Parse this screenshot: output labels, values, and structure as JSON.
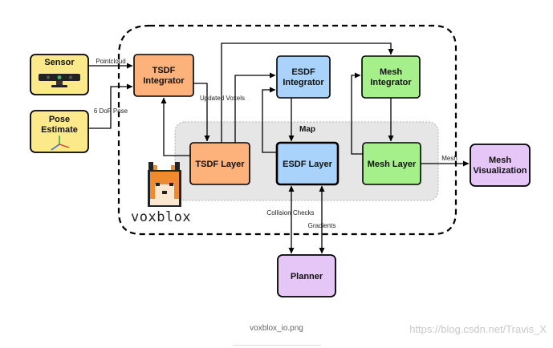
{
  "colors": {
    "sensor_fill": "#fbe98a",
    "tsdf_fill": "#fdb27b",
    "esdf_fill": "#a9d3fb",
    "mesh_fill": "#a6f08b",
    "output_fill": "#e5c6f7",
    "map_fill": "#e6e6e6",
    "stroke": "#000000"
  },
  "nodes": {
    "sensor": "Sensor",
    "pose_line1": "Pose",
    "pose_line2": "Estimate",
    "tsdf_integrator_line1": "TSDF",
    "tsdf_integrator_line2": "Integrator",
    "esdf_integrator_line1": "ESDF",
    "esdf_integrator_line2": "Integrator",
    "mesh_integrator_line1": "Mesh",
    "mesh_integrator_line2": "Integrator",
    "tsdf_layer": "TSDF Layer",
    "esdf_layer": "ESDF Layer",
    "mesh_layer": "Mesh Layer",
    "mesh_vis_line1": "Mesh",
    "mesh_vis_line2": "Visualization",
    "planner": "Planner"
  },
  "groups": {
    "map": "Map"
  },
  "edges": {
    "pointcloud": "Pointcloud",
    "pose": "6 DoF Pose",
    "updated_voxels": "Updated Voxels",
    "mesh": "Mesh",
    "collision_checks": "Collision Checks",
    "gradients": "Gradients"
  },
  "icons": {
    "sensor": "kinect-sensor-icon",
    "pose": "coordinate-axes-icon",
    "logo": "pixel-fox-logo"
  },
  "logo_text": "voxblox",
  "caption": "voxblox_io.png",
  "watermark": "https://blog.csdn.net/Travis_X"
}
